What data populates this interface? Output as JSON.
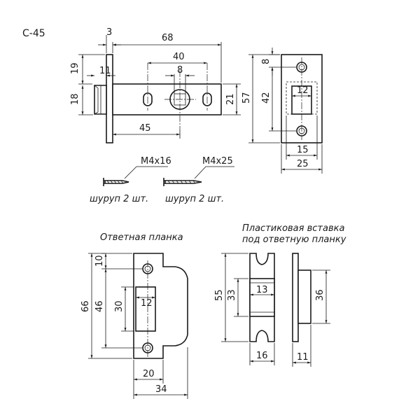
{
  "model": "С-45",
  "screw_1": {
    "spec": "М4х16",
    "caption": "шуруп 2 шт."
  },
  "screw_2": {
    "spec": "М4х25",
    "caption": "шуруп 2 шт."
  },
  "strike_plate_title": "Ответная планка",
  "insert_title_line1": "Пластиковая вставка",
  "insert_title_line2": "под ответную планку",
  "latch_side_dims": {
    "top": "3",
    "length": "68",
    "holes_span": "40",
    "square": "8",
    "h19": "19",
    "w11": "11",
    "h18": "18",
    "backset": "45",
    "body_h": "21"
  },
  "faceplate_dims": {
    "hole_top": "8",
    "height": "57",
    "holes_span": "42",
    "window": "12",
    "inner_w": "15",
    "width": "25"
  },
  "strike_dims": {
    "hole_top": "10",
    "height": "66",
    "holes_span": "46",
    "window_h": "30",
    "window_w": "12",
    "inner_w": "20",
    "width": "34"
  },
  "insert_dims": {
    "height": "55",
    "window_h": "33",
    "window_w": "13",
    "width": "16",
    "profile_h": "36",
    "profile_w": "11"
  }
}
